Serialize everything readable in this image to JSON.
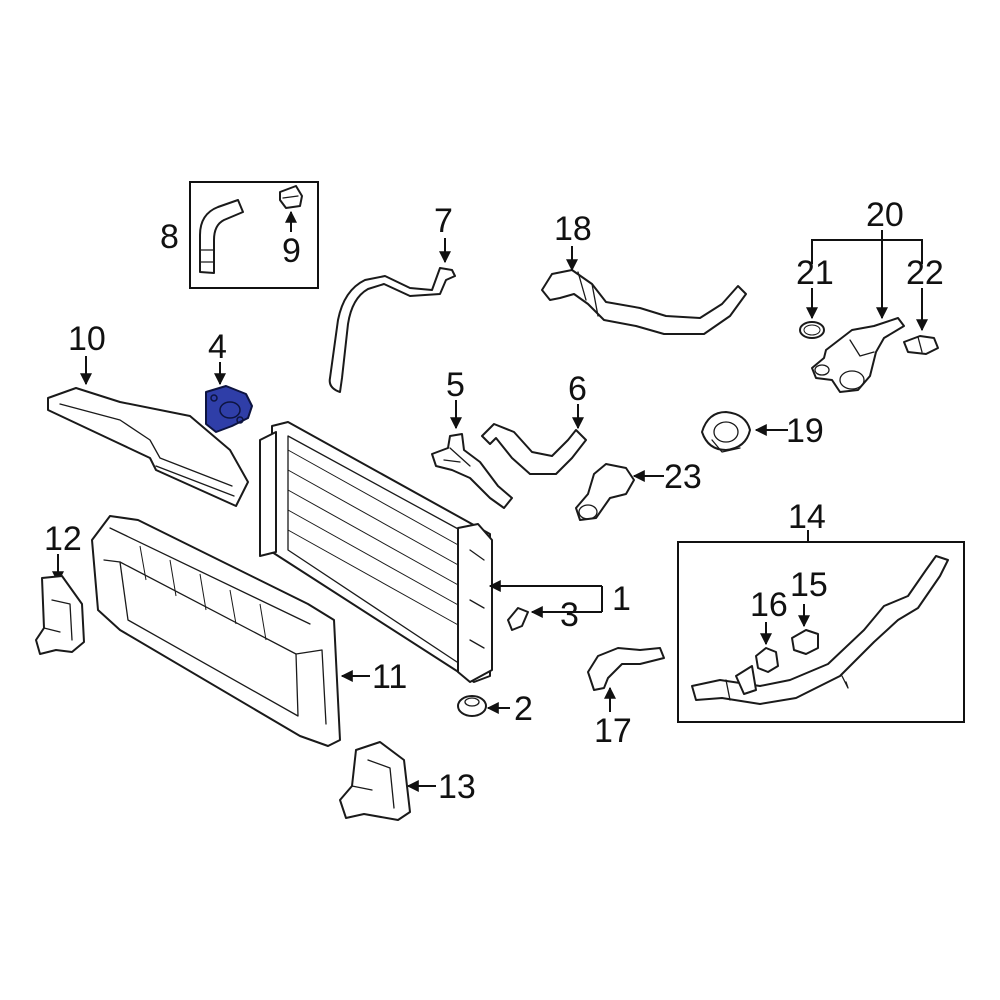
{
  "diagram": {
    "highlight_color": "#2f3ea8",
    "line_color": "#111111",
    "callouts": [
      {
        "id": "1",
        "label": "1"
      },
      {
        "id": "2",
        "label": "2"
      },
      {
        "id": "3",
        "label": "3"
      },
      {
        "id": "4",
        "label": "4"
      },
      {
        "id": "5",
        "label": "5"
      },
      {
        "id": "6",
        "label": "6"
      },
      {
        "id": "7",
        "label": "7"
      },
      {
        "id": "8",
        "label": "8"
      },
      {
        "id": "9",
        "label": "9"
      },
      {
        "id": "10",
        "label": "10"
      },
      {
        "id": "11",
        "label": "11"
      },
      {
        "id": "12",
        "label": "12"
      },
      {
        "id": "13",
        "label": "13"
      },
      {
        "id": "14",
        "label": "14"
      },
      {
        "id": "15",
        "label": "15"
      },
      {
        "id": "16",
        "label": "16"
      },
      {
        "id": "17",
        "label": "17"
      },
      {
        "id": "18",
        "label": "18"
      },
      {
        "id": "19",
        "label": "19"
      },
      {
        "id": "20",
        "label": "20"
      },
      {
        "id": "21",
        "label": "21"
      },
      {
        "id": "22",
        "label": "22"
      },
      {
        "id": "23",
        "label": "23"
      }
    ],
    "highlighted_part": "4"
  }
}
